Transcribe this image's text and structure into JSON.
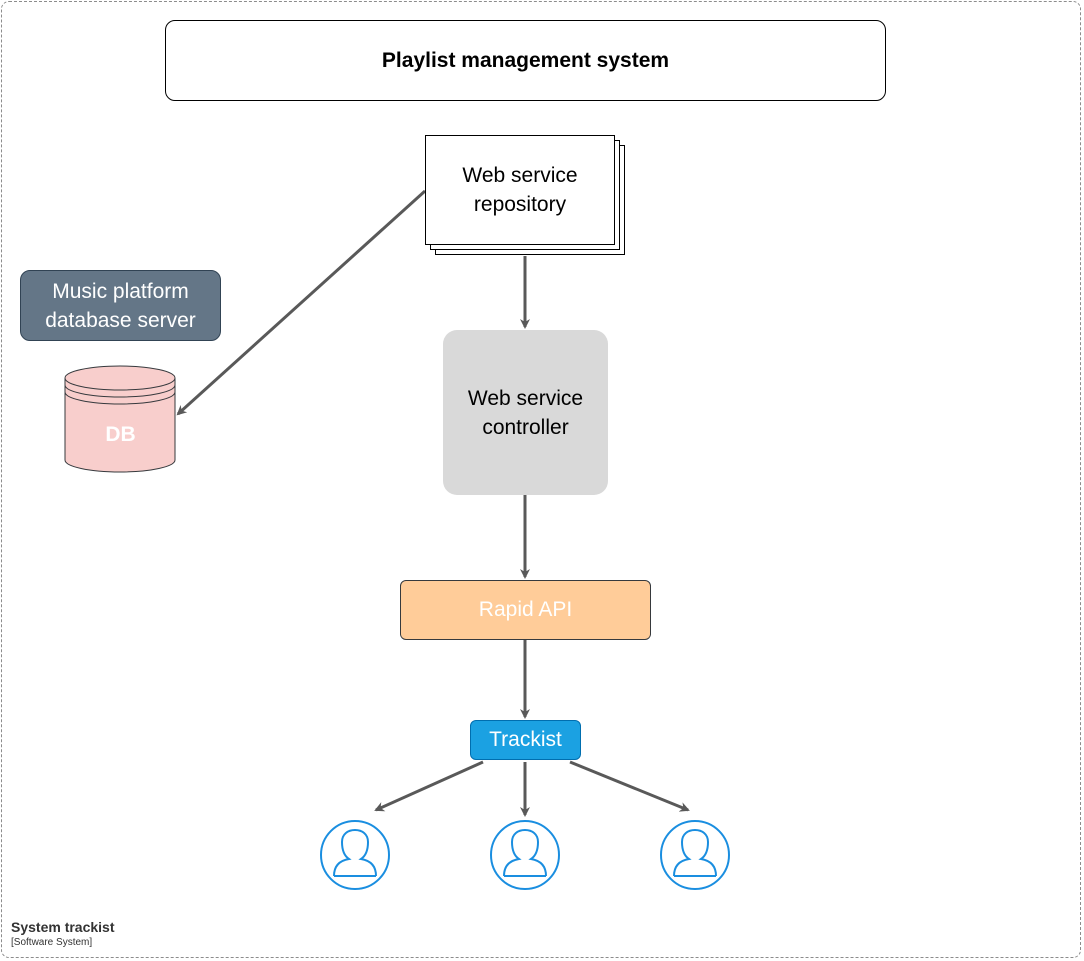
{
  "title": "Playlist management system",
  "nodes": {
    "repository": "Web service\nrepository",
    "controller": "Web service\ncontroller",
    "rapid_api": "Rapid API",
    "trackist": "Trackist",
    "db_server": "Music platform\ndatabase server",
    "db": "DB"
  },
  "boundary": {
    "name": "System trackist",
    "type": "[Software System]"
  },
  "colors": {
    "controller_fill": "#d9d9d9",
    "rapid_fill": "#ffcc99",
    "trackist_fill": "#1ba1e2",
    "db_server_fill": "#647687",
    "db_fill": "#f8cecc",
    "user_stroke": "#1a8ee0",
    "arrow": "#595959"
  },
  "icons": [
    "user-icon",
    "user-icon",
    "user-icon",
    "database-icon"
  ]
}
